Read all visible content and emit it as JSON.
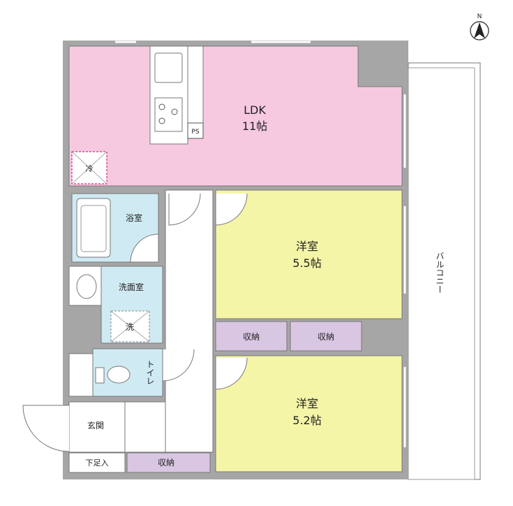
{
  "compass": {
    "label": "N"
  },
  "rooms": {
    "ldk": {
      "name": "LDK",
      "size": "11帖",
      "color": "#f7c9e1"
    },
    "western1": {
      "name": "洋室",
      "size": "5.5帖",
      "color": "#f5f5a8"
    },
    "western2": {
      "name": "洋室",
      "size": "5.2帖",
      "color": "#f5f5a8"
    },
    "bath": {
      "name": "浴室",
      "color": "#cfeaf2"
    },
    "washroom": {
      "name": "洗面室",
      "color": "#cfeaf2"
    },
    "toilet": {
      "name": "トイレ",
      "color": "#cfeaf2"
    },
    "entrance": {
      "name": "玄関"
    },
    "shoe_box": {
      "name": "下足入"
    },
    "balcony": {
      "name": "バルコニー"
    }
  },
  "storage": {
    "closet1": {
      "name": "収納"
    },
    "closet2": {
      "name": "収納"
    },
    "closet3": {
      "name": "収納"
    },
    "color": "#d9c6e3"
  },
  "fixtures": {
    "refrigerator": {
      "label": "冷"
    },
    "washer": {
      "label": "洗"
    },
    "pipe_space": {
      "label": "PS"
    }
  },
  "colors": {
    "wall": "#a6a6a6",
    "line": "#555555"
  }
}
